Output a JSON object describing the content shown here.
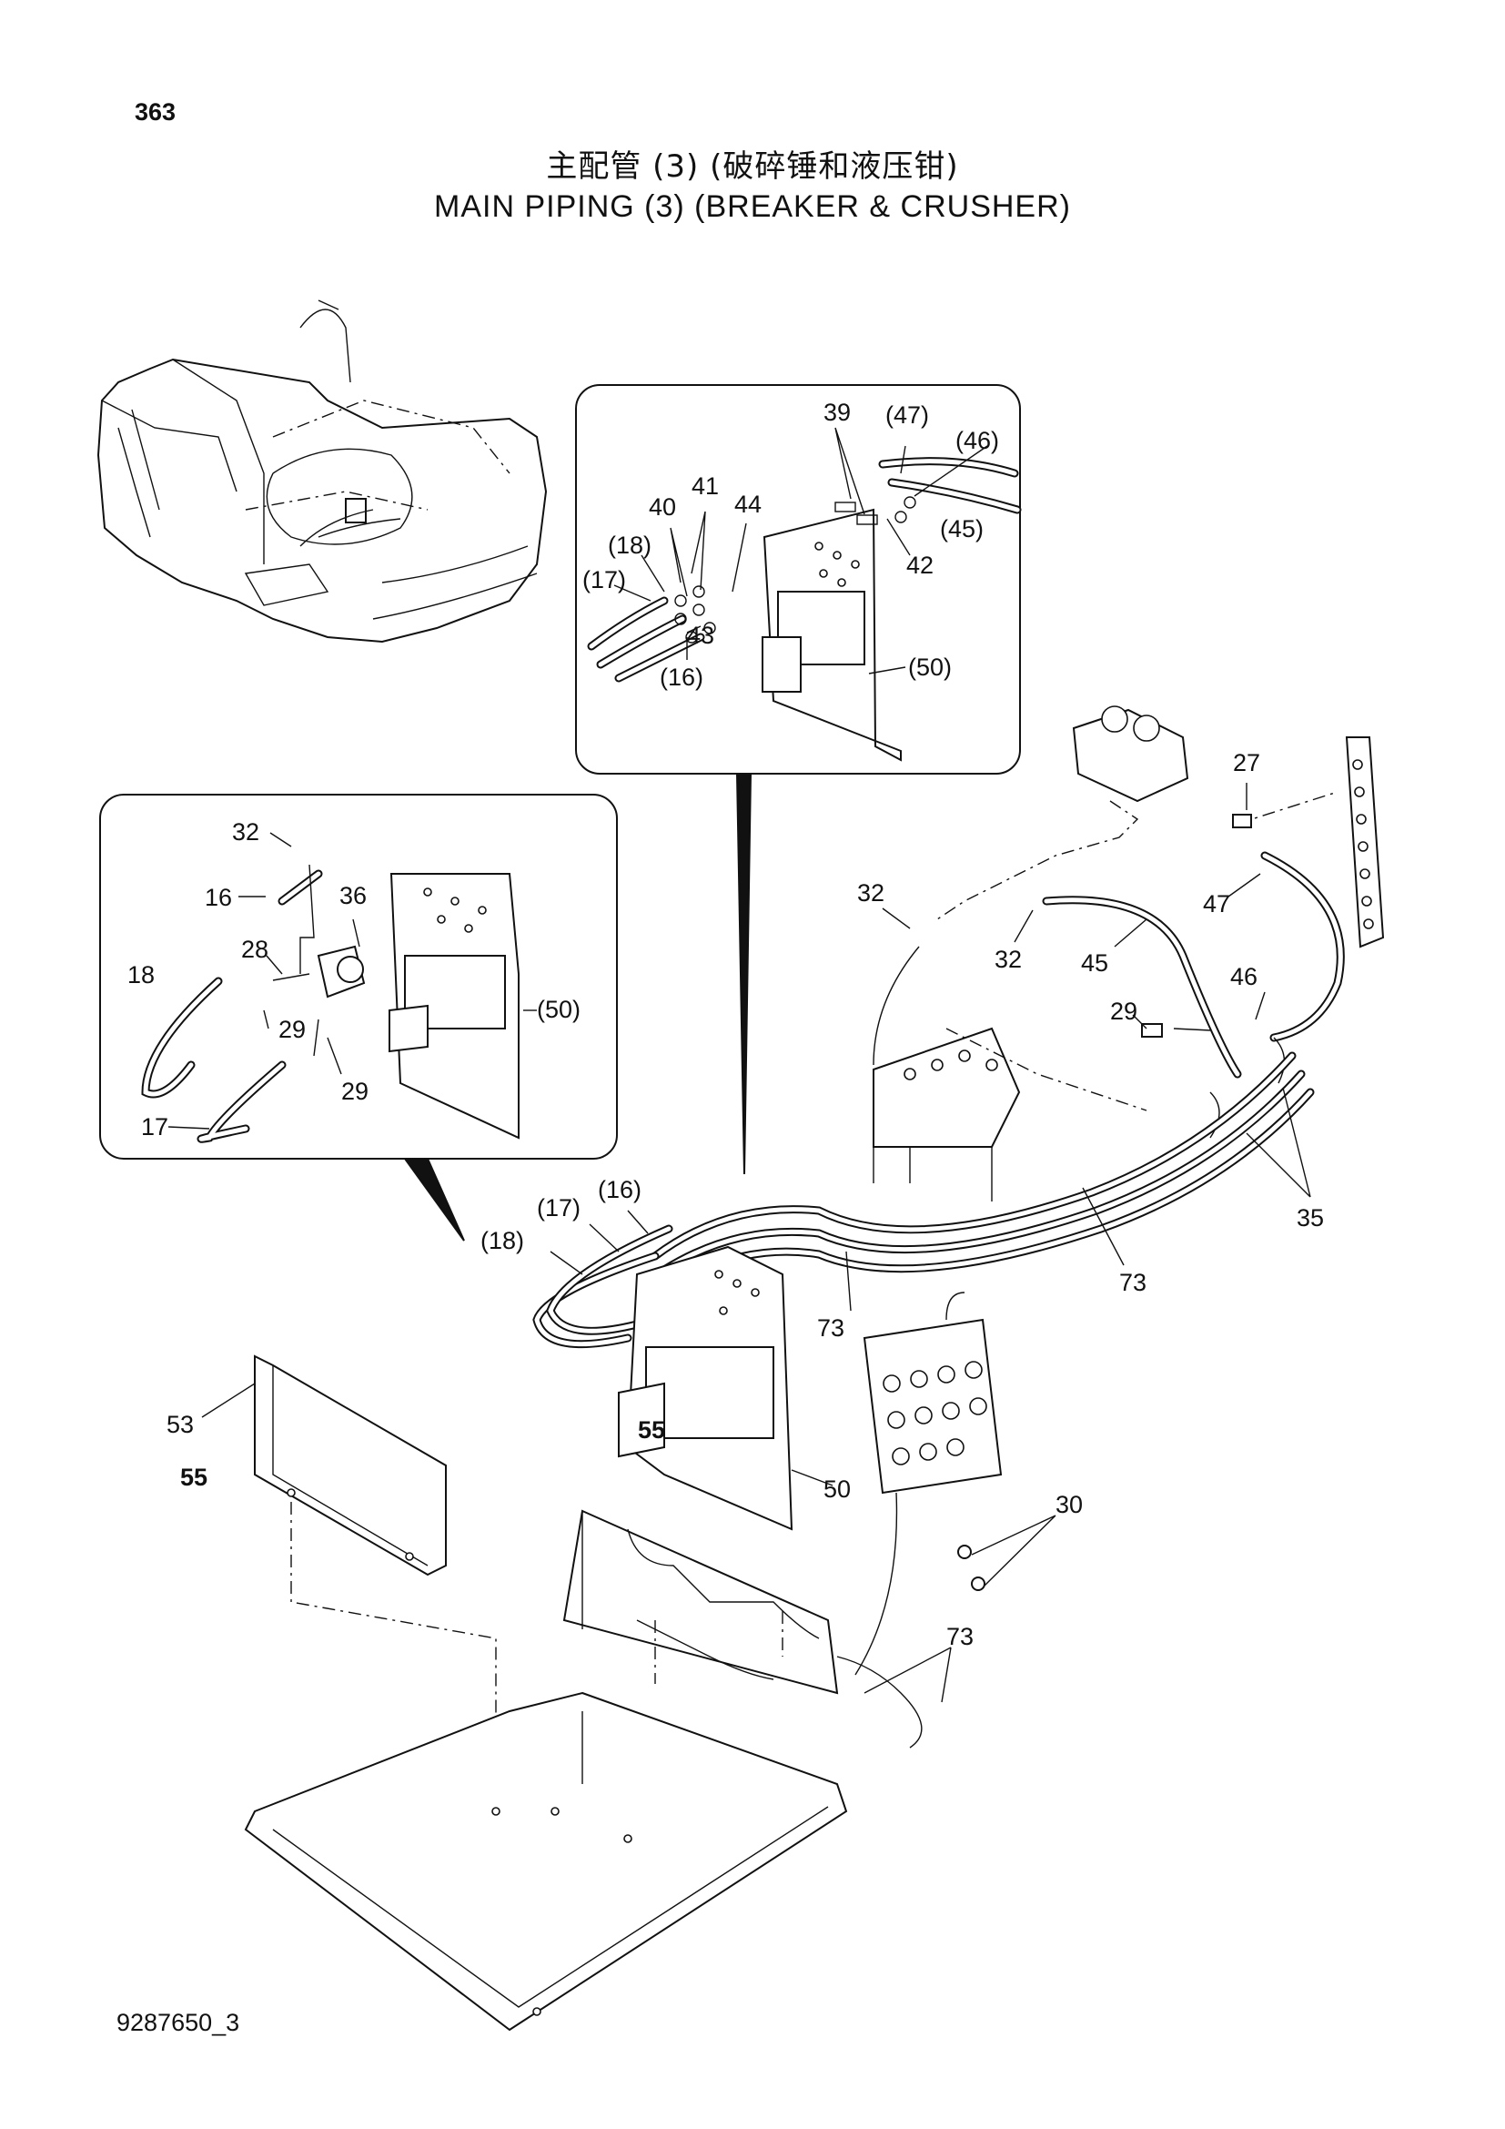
{
  "page_number": "363",
  "title_cn": "主配管 (3) (破碎锤和液压钳)",
  "title_en": "MAIN  PIPING  (3)  (BREAKER & CRUSHER)",
  "document_code": "9287650_3",
  "callouts": {
    "top_inset": [
      "39",
      "(47)",
      "(46)",
      "41",
      "40",
      "44",
      "(45)",
      "(18)",
      "42",
      "(17)",
      "43",
      "(16)",
      "(50)"
    ],
    "left_inset": [
      "32",
      "16",
      "36",
      "28",
      "18",
      "(50)",
      "29",
      "29",
      "17"
    ],
    "right_assembly": [
      "27",
      "32",
      "47",
      "32",
      "45",
      "46",
      "29",
      "35",
      "73"
    ],
    "center_assembly": [
      "(16)",
      "(17)",
      "(18)",
      "73",
      "53",
      "55",
      "55",
      "50",
      "30",
      "73"
    ]
  }
}
